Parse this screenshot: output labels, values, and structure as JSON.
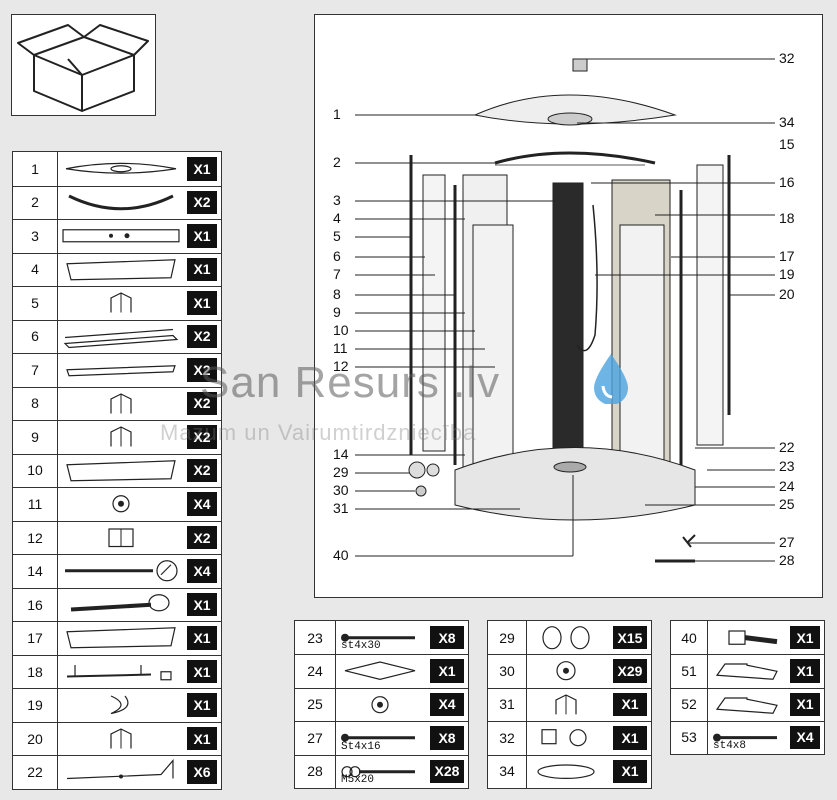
{
  "left_table": [
    {
      "num": "1",
      "qty": "X1",
      "icon": "top-cover-part"
    },
    {
      "num": "2",
      "qty": "X2",
      "icon": "curved-rail-part"
    },
    {
      "num": "3",
      "qty": "X1",
      "icon": "back-panel-part"
    },
    {
      "num": "4",
      "qty": "X1",
      "icon": "glass-panel-part"
    },
    {
      "num": "5",
      "qty": "X1",
      "icon": "profile-part"
    },
    {
      "num": "6",
      "qty": "X2",
      "icon": "rail-part"
    },
    {
      "num": "7",
      "qty": "X2",
      "icon": "strip-part"
    },
    {
      "num": "8",
      "qty": "X2",
      "icon": "profile-part"
    },
    {
      "num": "9",
      "qty": "X2",
      "icon": "profile-part"
    },
    {
      "num": "10",
      "qty": "X2",
      "icon": "glass-panel-part"
    },
    {
      "num": "11",
      "qty": "X4",
      "icon": "roller-part"
    },
    {
      "num": "12",
      "qty": "X2",
      "icon": "handle-part"
    },
    {
      "num": "14",
      "qty": "X4",
      "icon": "seal-part"
    },
    {
      "num": "16",
      "qty": "X1",
      "icon": "shower-head-part"
    },
    {
      "num": "17",
      "qty": "X1",
      "icon": "glass-panel-part"
    },
    {
      "num": "18",
      "qty": "X1",
      "icon": "shelf-part"
    },
    {
      "num": "19",
      "qty": "X1",
      "icon": "hose-part"
    },
    {
      "num": "20",
      "qty": "X1",
      "icon": "profile-part"
    },
    {
      "num": "22",
      "qty": "X6",
      "icon": "bracket-part"
    }
  ],
  "table_23": [
    {
      "num": "23",
      "qty": "X8",
      "label": "st4x30",
      "icon": "screw-part"
    },
    {
      "num": "24",
      "qty": "X1",
      "label": "",
      "icon": "tray-part"
    },
    {
      "num": "25",
      "qty": "X4",
      "label": "",
      "icon": "roller-part"
    },
    {
      "num": "27",
      "qty": "X8",
      "label": "St4x16",
      "icon": "screw-part"
    },
    {
      "num": "28",
      "qty": "X28",
      "label": "M5x20",
      "icon": "bolt-part"
    }
  ],
  "table_29": [
    {
      "num": "29",
      "qty": "X15",
      "icon": "cap-part"
    },
    {
      "num": "30",
      "qty": "X29",
      "icon": "washer-part"
    },
    {
      "num": "31",
      "qty": "X1",
      "icon": "profile-part"
    },
    {
      "num": "32",
      "qty": "X1",
      "icon": "clamp-part"
    },
    {
      "num": "34",
      "qty": "X1",
      "icon": "rain-head-part"
    }
  ],
  "table_40": [
    {
      "num": "40",
      "qty": "X1",
      "label": "",
      "icon": "drain-part"
    },
    {
      "num": "51",
      "qty": "X1",
      "label": "",
      "icon": "block-part"
    },
    {
      "num": "52",
      "qty": "X1",
      "label": "",
      "icon": "block-part"
    },
    {
      "num": "53",
      "qty": "X4",
      "label": "st4x8",
      "icon": "screw-part"
    }
  ],
  "callouts_left": [
    "1",
    "2",
    "3",
    "4",
    "5",
    "6",
    "7",
    "8",
    "9",
    "10",
    "11",
    "12",
    "14",
    "29",
    "30",
    "31",
    "40"
  ],
  "callouts_right": [
    "32",
    "34",
    "15",
    "16",
    "18",
    "17",
    "19",
    "20",
    "22",
    "23",
    "24",
    "25",
    "27",
    "28"
  ],
  "watermark": {
    "title": "San Resurs .lv",
    "subtitle": "Mazum un Vairumtirdzniecība"
  },
  "colors": {
    "qty_bg": "#111111",
    "border": "#333333",
    "page_bg": "#e8e8e8"
  }
}
